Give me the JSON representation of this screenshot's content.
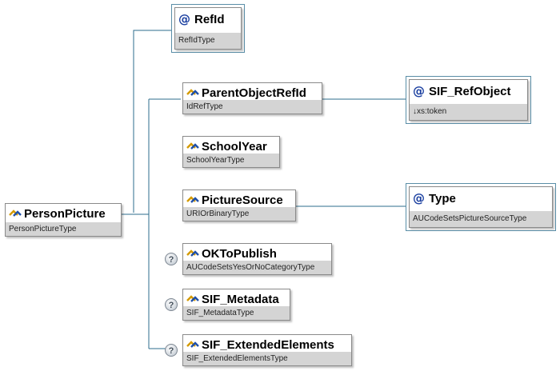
{
  "colors": {
    "connector": "#2e6d8c",
    "attr_border": "#5a8ea7",
    "type_bar": "#d4d4d4",
    "at_icon": "#1a3fa0"
  },
  "root": {
    "name": "PersonPicture",
    "type": "PersonPictureType",
    "icon": "element-icon"
  },
  "attribute": {
    "name": "RefId",
    "type": "RefIdType",
    "icon": "at-icon"
  },
  "children": [
    {
      "name": "ParentObjectRefId",
      "type": "IdRefType",
      "optional": false,
      "icon": "element-icon"
    },
    {
      "name": "SchoolYear",
      "type": "SchoolYearType",
      "optional": false,
      "icon": "element-icon"
    },
    {
      "name": "PictureSource",
      "type": "URIOrBinaryType",
      "optional": false,
      "icon": "element-icon"
    },
    {
      "name": "OKToPublish",
      "type": "AUCodeSetsYesOrNoCategoryType",
      "optional": true,
      "icon": "element-icon"
    },
    {
      "name": "SIF_Metadata",
      "type": "SIF_MetadataType",
      "optional": true,
      "icon": "element-icon"
    },
    {
      "name": "SIF_ExtendedElements",
      "type": "SIF_ExtendedElementsType",
      "optional": true,
      "icon": "element-icon"
    }
  ],
  "parent_object_attr": {
    "name": "SIF_RefObject",
    "type": "↓xs:token",
    "icon": "at-icon"
  },
  "picture_source_attr": {
    "name": "Type",
    "type": "AUCodeSetsPictureSourceType",
    "icon": "at-icon"
  },
  "optional_marker": "?"
}
